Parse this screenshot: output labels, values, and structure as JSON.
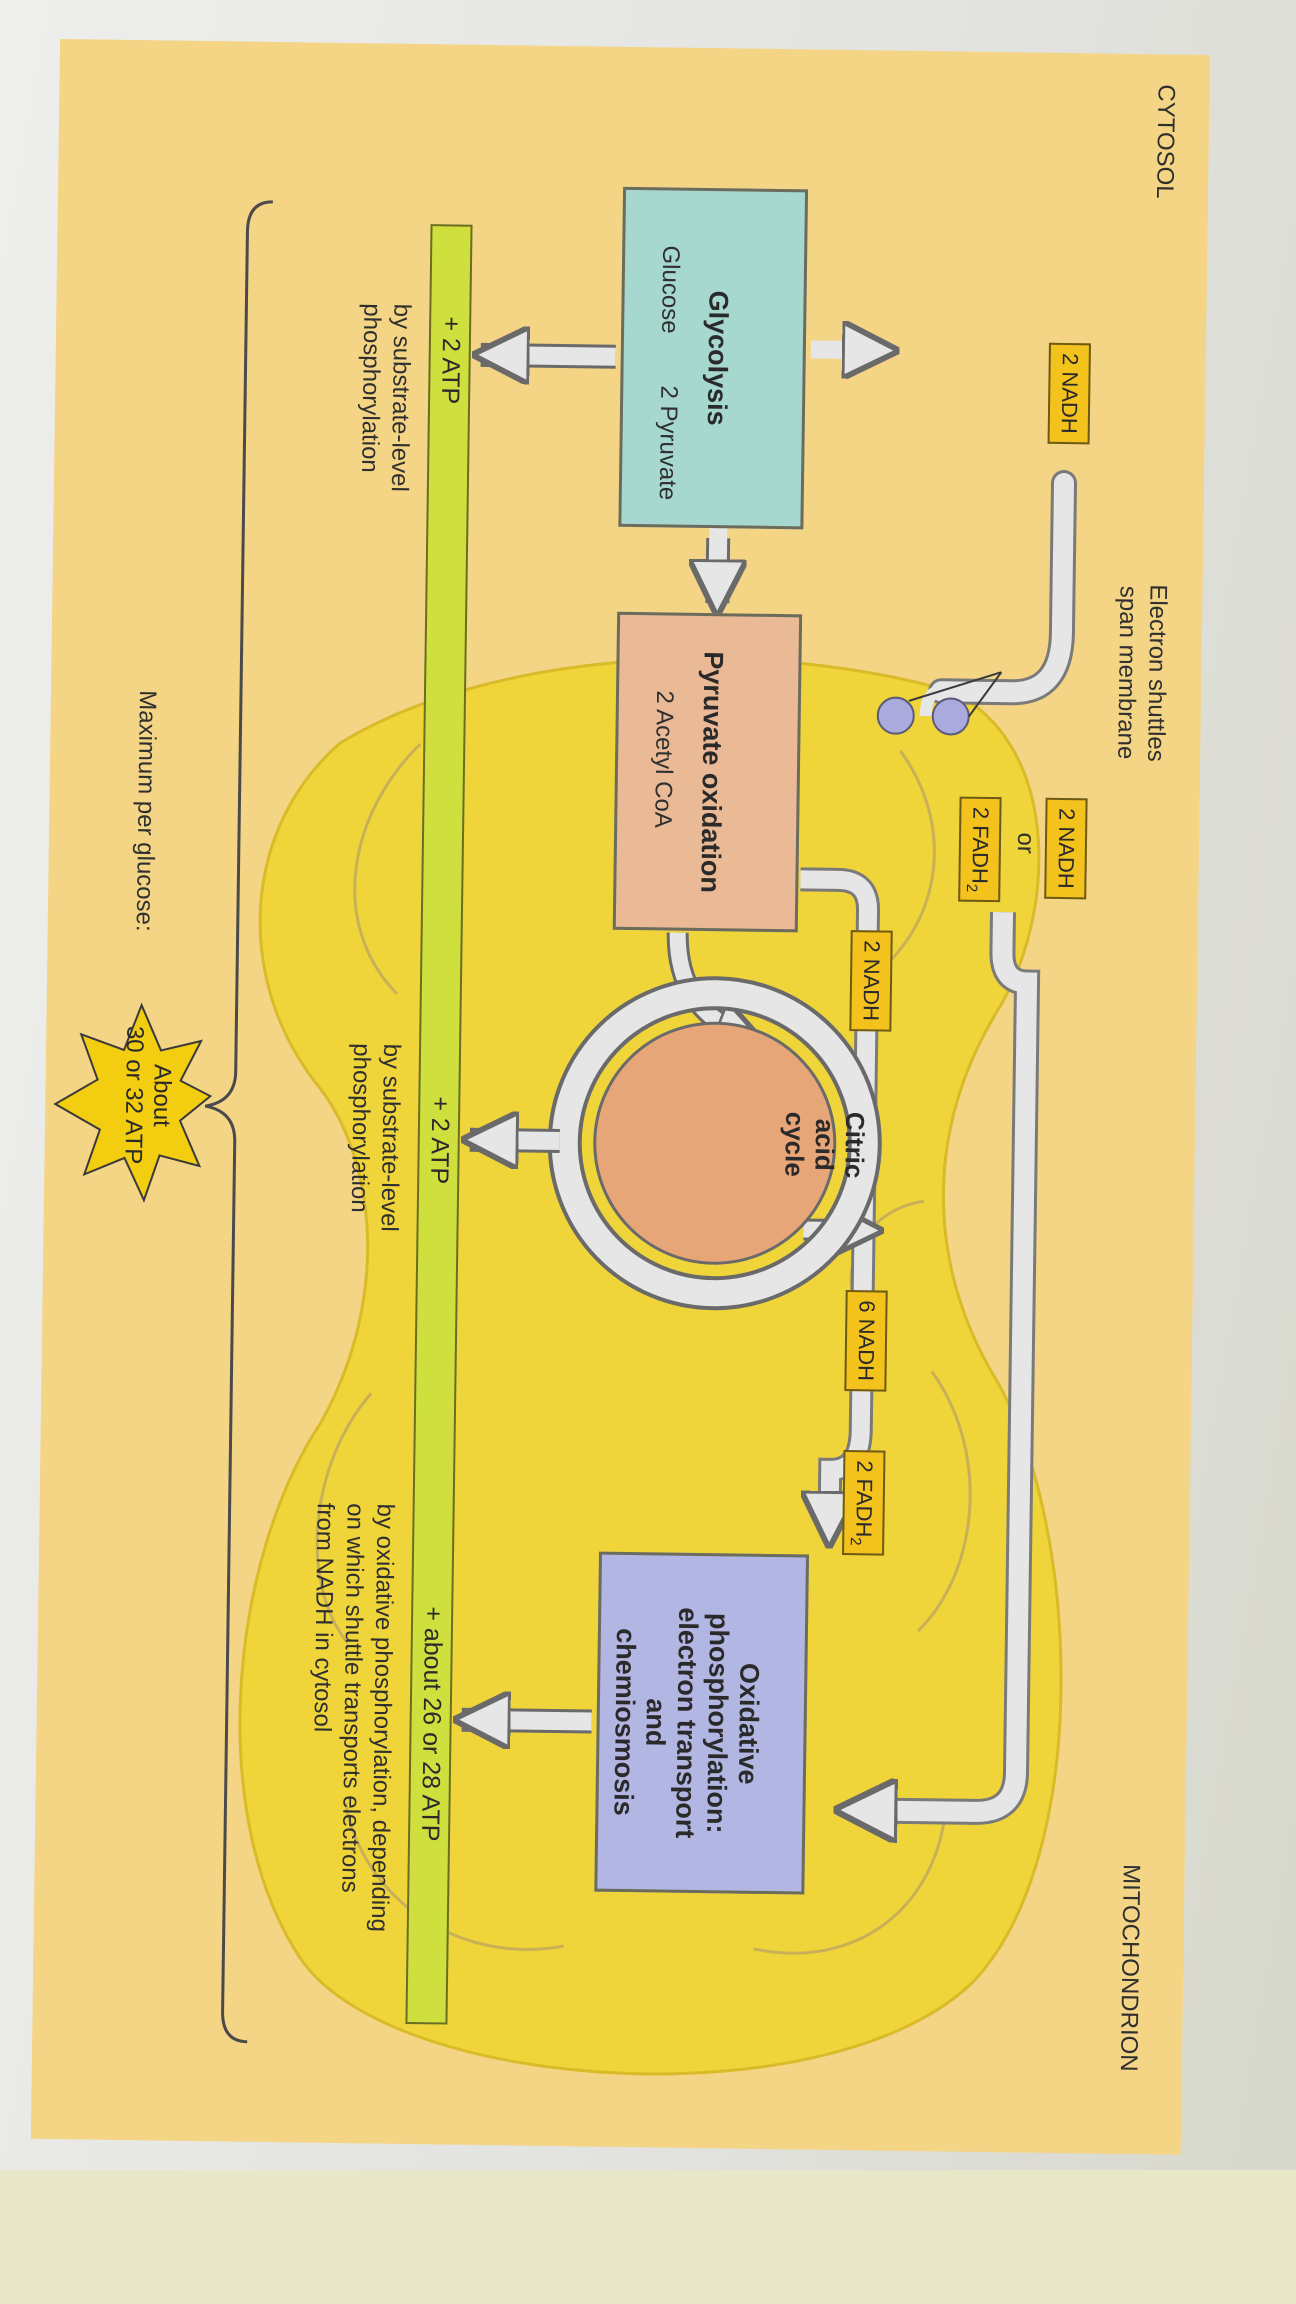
{
  "labels": {
    "cytosol": "CYTOSOL",
    "mitochondrion": "MITOCHONDRION",
    "electron_shuttles": "Electron shuttles\nspan membrane",
    "or": "or",
    "maximum_per_glucose": "Maximum per glucose:"
  },
  "glycolysis": {
    "title": "Glycolysis",
    "input": "Glucose",
    "output": "2 Pyruvate"
  },
  "pyruvate_oxidation": {
    "title": "Pyruvate oxidation",
    "output": "2 Acetyl CoA"
  },
  "citric_acid_cycle": {
    "title": "Citric\nacid\ncycle"
  },
  "oxidative_phosphorylation": {
    "title": "Oxidative\nphosphorylation:\nelectron transport\nand\nchemiosmosis"
  },
  "carriers": {
    "glycolysis_nadh": "2 NADH",
    "shuttle_nadh": "2 NADH",
    "shuttle_fadh2": "2 FADH",
    "pyruvate_nadh": "2 NADH",
    "cycle_nadh": "6 NADH",
    "cycle_fadh2": "2 FADH",
    "subscript": "2"
  },
  "atp": {
    "glycolysis_atp": "+ 2 ATP",
    "cycle_atp": "+ 2 ATP",
    "oxphos_atp": "+ about 26 or 28 ATP",
    "glycolysis_note": "by substrate-level\nphosphorylation",
    "cycle_note": "by substrate-level\nphosphorylation",
    "oxphos_note": "by oxidative phosphorylation, depending\non which shuttle transports electrons\nfrom NADH in cytosol",
    "total": "About\n30 or 32 ATP"
  },
  "colors": {
    "panel": "#f4d585",
    "mitochondrion": "#f0d53a",
    "glycolysis": "#a6d8d0",
    "pyruvate_oxidation": "#eab995",
    "citric_acid_cycle": "#e7a677",
    "oxidative_phosphorylation": "#b2b6e2",
    "carrier_badge": "#f3c21c",
    "atp_bar": "#cfe03e",
    "arrow": "#e6e6e6"
  }
}
